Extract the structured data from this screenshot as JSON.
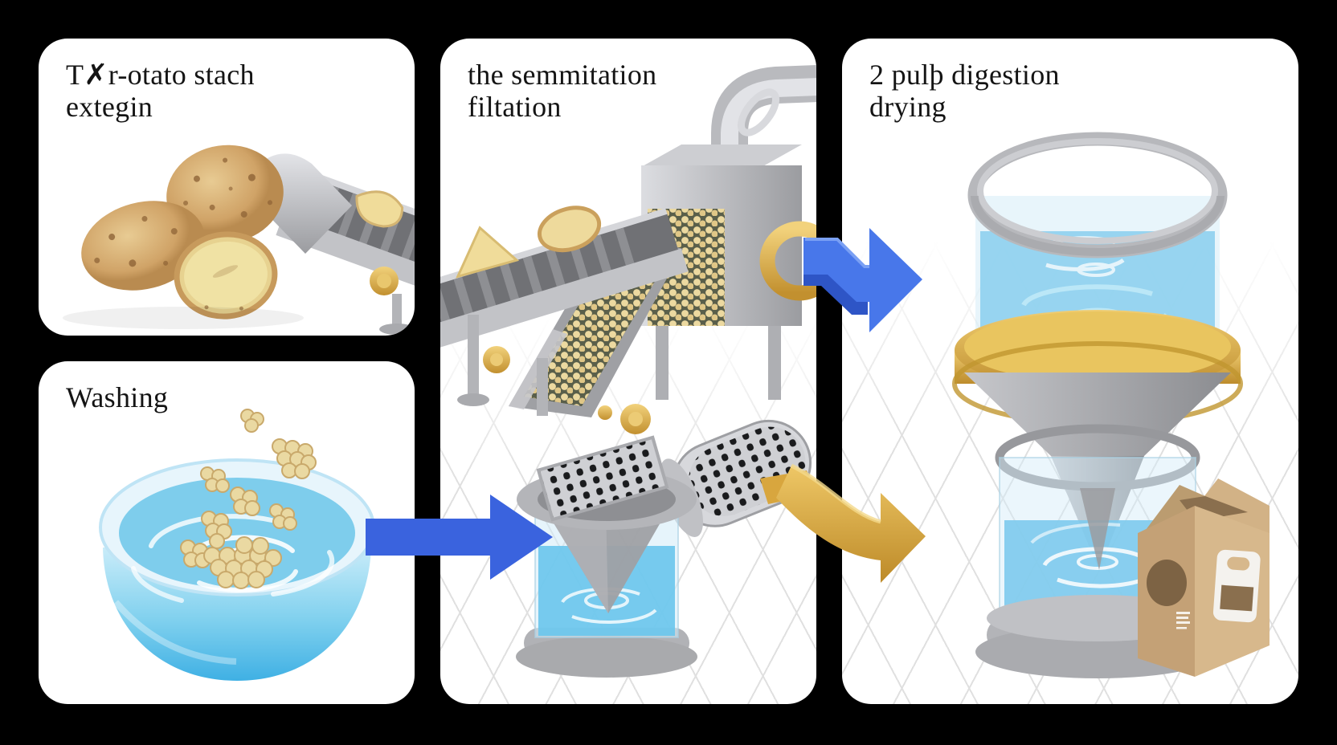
{
  "panels": {
    "extraction": {
      "title_line1": "T✗r-otato stach",
      "title_line2": "extegin"
    },
    "washing": {
      "title": "Washing"
    },
    "filtration": {
      "title_line1": "the semmitation",
      "title_line2": "filtation"
    },
    "drying": {
      "title_line1": "2 pulþ digestion",
      "title_line2": "drying"
    }
  },
  "flow": {
    "arrow_wash_to_filter": "right-arrow",
    "arrow_filter_to_tank": "right-arrow",
    "arrow_pulp_to_drying": "right-arrow"
  },
  "colors": {
    "background": "#000000",
    "panel": "#FFFFFF",
    "arrow_blue_flat": "#3A63DE",
    "arrow_blue_3d": "#4877EA",
    "arrow_gold": "#D9A440",
    "gold_accent": "#E2B64F",
    "machine_gray": "#B9BABE",
    "water_light": "#8ECFEE",
    "water_deep": "#4AB4E6",
    "potato_skin": "#D9B37A",
    "potato_flesh": "#EFDE9E",
    "starch_granule": "#EAD59C",
    "cardboard": "#C9A876",
    "grid_line": "#E0E0E0"
  }
}
